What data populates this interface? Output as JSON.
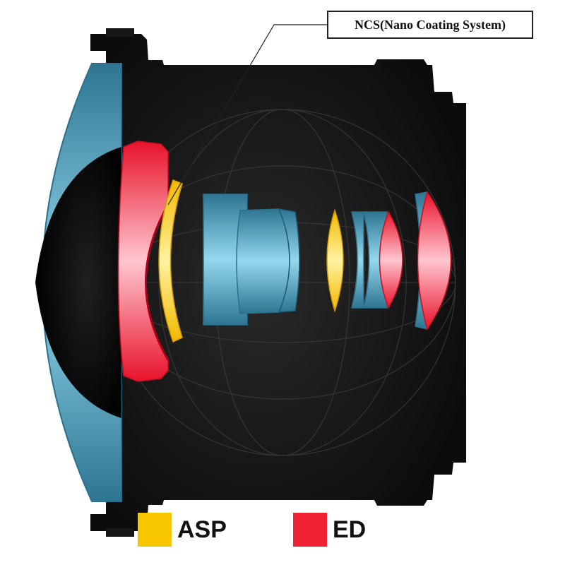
{
  "callout": {
    "text": "NCS(Nano Coating System)"
  },
  "legend": [
    {
      "key": "asp",
      "label": "ASP",
      "color": "#f7c600"
    },
    {
      "key": "ed",
      "label": "ED",
      "color": "#ee2233"
    }
  ],
  "colors": {
    "barrel": "#141414",
    "glass_blue": "#5aa8c4",
    "glass_edge": "#2d6f8a",
    "asp": "#f7c600",
    "ed": "#ee2233"
  }
}
